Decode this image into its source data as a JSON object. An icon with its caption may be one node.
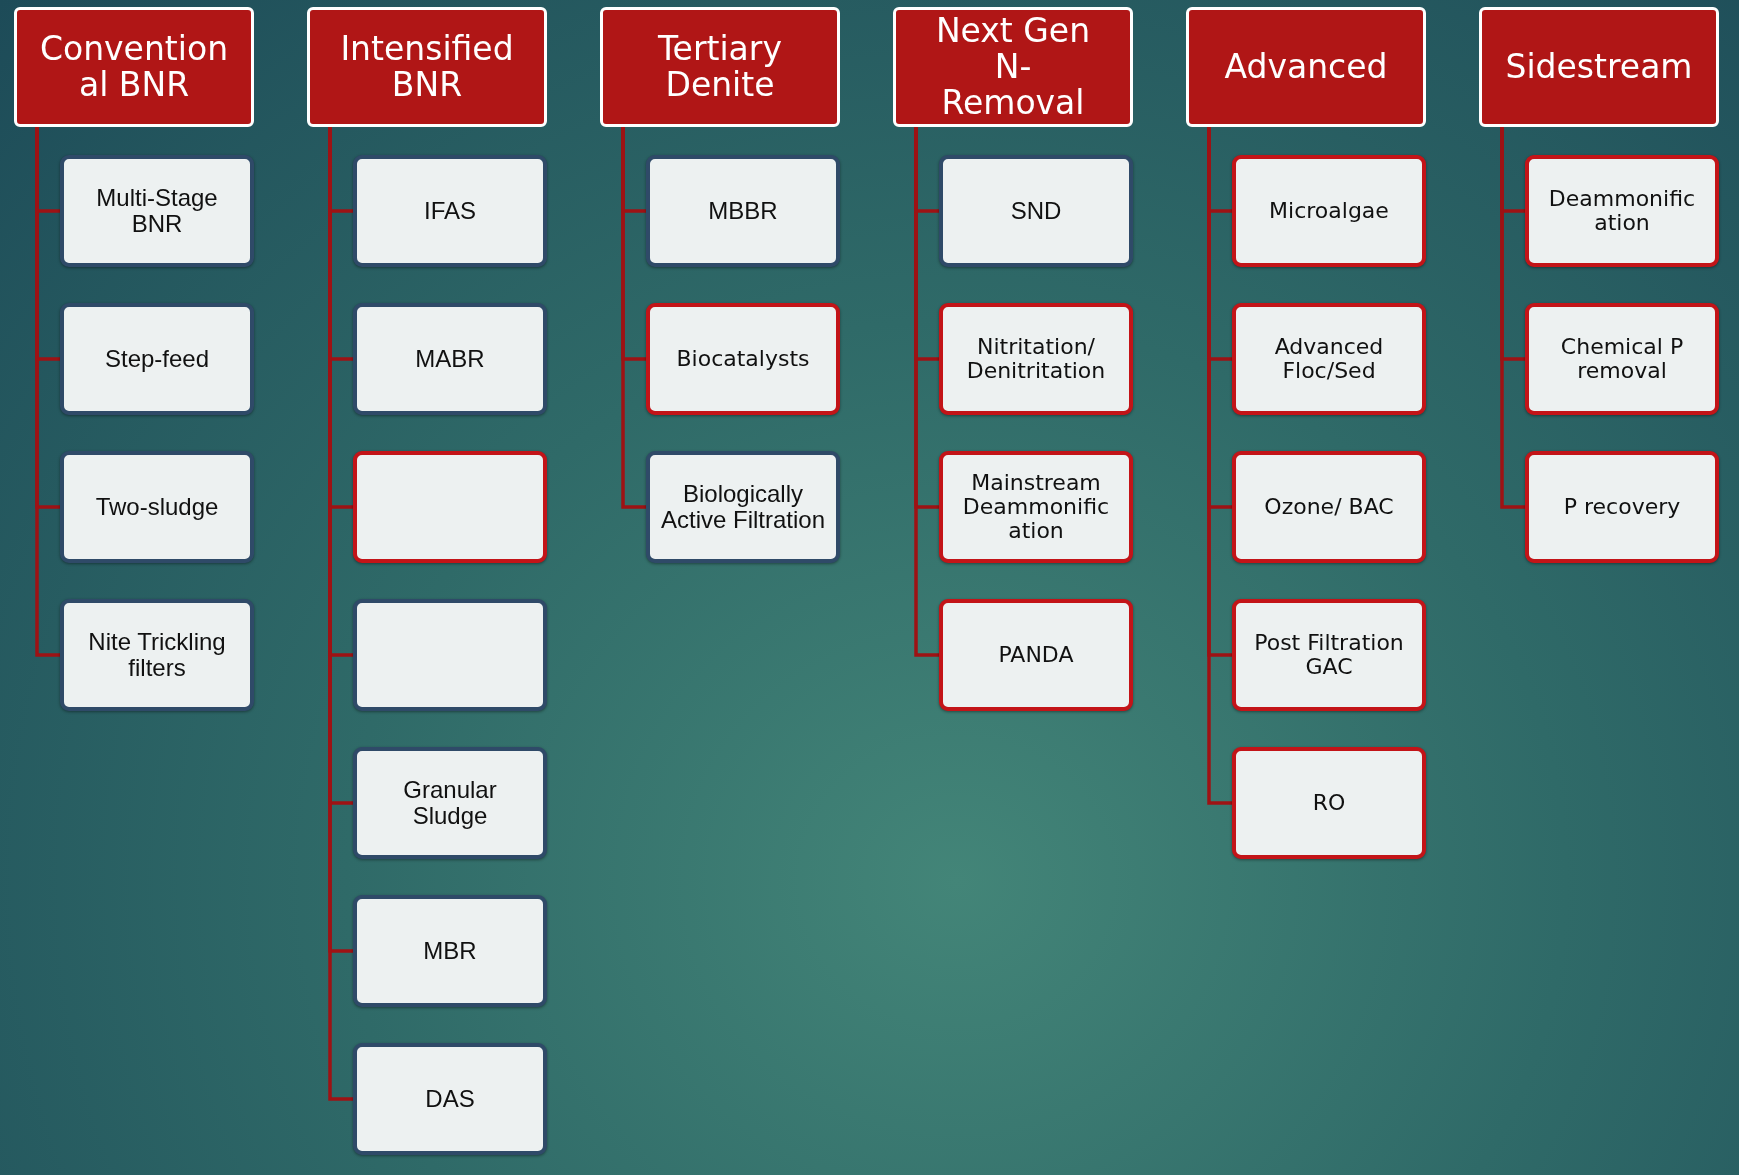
{
  "diagram": {
    "nodes": [
      {
        "text": [
          "Convention al BNR"
        ]
      },
      {
        "text": [
          "Multi-Stage BNR"
        ]
      },
      {
        "text": [
          "Step-feed"
        ]
      },
      {
        "text": [
          "Two-sludge"
        ]
      },
      {
        "text": [
          "Nite Trickling filters"
        ]
      },
      {
        "text": [
          "Intensified BNR"
        ]
      },
      {
        "text": [
          "IFAS"
        ]
      },
      {
        "text": [
          "MABR"
        ]
      },
      {
        "text": [],
        "shape": "box"
      },
      {
        "text": [],
        "shape": "box"
      },
      {
        "text": [
          "Granular Sludge"
        ]
      },
      {
        "text": [
          "MBR"
        ]
      },
      {
        "text": [
          "DAS"
        ]
      },
      {
        "text": [
          "Tertiary Denite"
        ]
      },
      {
        "text": [
          "MBBR"
        ]
      },
      {
        "text": [
          "Biocatalysts"
        ]
      },
      {
        "text": [
          "Biologically Active Filtration"
        ]
      },
      {
        "text": [
          "Next Gen N-Removal"
        ]
      },
      {
        "text": [
          "SND"
        ]
      },
      {
        "text": [
          "Nitritation/ Denitritation"
        ]
      },
      {
        "text": [
          "Mainstream Deammonific ation"
        ]
      },
      {
        "text": [
          "PANDA"
        ]
      },
      {
        "text": [
          "Advanced"
        ]
      },
      {
        "text": [
          "Microalgae"
        ]
      },
      {
        "text": [
          "Advanced Floc/Sed"
        ]
      },
      {
        "text": [
          "Ozone/ BAC"
        ]
      },
      {
        "text": [
          "Post Filtration GAC"
        ]
      },
      {
        "text": [
          "RO"
        ]
      },
      {
        "text": [
          "Sidestream"
        ]
      },
      {
        "text": [
          "Deammonific ation"
        ]
      },
      {
        "text": [
          "Chemical P removal"
        ]
      },
      {
        "text": [
          "P recovery"
        ]
      }
    ],
    "edges": [
      {
        "from": 0,
        "to": 1,
        "arrow": "none"
      },
      {
        "from": 0,
        "to": 2,
        "arrow": "none"
      },
      {
        "from": 0,
        "to": 3,
        "arrow": "none"
      },
      {
        "from": 0,
        "to": 4,
        "arrow": "none"
      },
      {
        "from": 5,
        "to": 6,
        "arrow": "none"
      },
      {
        "from": 5,
        "to": 7,
        "arrow": "none"
      },
      {
        "from": 5,
        "to": 8,
        "arrow": "none"
      },
      {
        "from": 5,
        "to": 9,
        "arrow": "none"
      },
      {
        "from": 5,
        "to": 10,
        "arrow": "none"
      },
      {
        "from": 5,
        "to": 11,
        "arrow": "none"
      },
      {
        "from": 5,
        "to": 12,
        "arrow": "none"
      },
      {
        "from": 13,
        "to": 14,
        "arrow": "none"
      },
      {
        "from": 13,
        "to": 15,
        "arrow": "none"
      },
      {
        "from": 13,
        "to": 16,
        "arrow": "none"
      },
      {
        "from": 17,
        "to": 18,
        "arrow": "none"
      },
      {
        "from": 17,
        "to": 19,
        "arrow": "none"
      },
      {
        "from": 17,
        "to": 20,
        "arrow": "none"
      },
      {
        "from": 17,
        "to": 21,
        "arrow": "none"
      },
      {
        "from": 22,
        "to": 23,
        "arrow": "none"
      },
      {
        "from": 22,
        "to": 24,
        "arrow": "none"
      },
      {
        "from": 22,
        "to": 25,
        "arrow": "none"
      },
      {
        "from": 22,
        "to": 26,
        "arrow": "none"
      },
      {
        "from": 22,
        "to": 27,
        "arrow": "none"
      },
      {
        "from": 28,
        "to": 29,
        "arrow": "none"
      },
      {
        "from": 28,
        "to": 30,
        "arrow": "none"
      },
      {
        "from": 28,
        "to": 31,
        "arrow": "none"
      }
    ]
  }
}
